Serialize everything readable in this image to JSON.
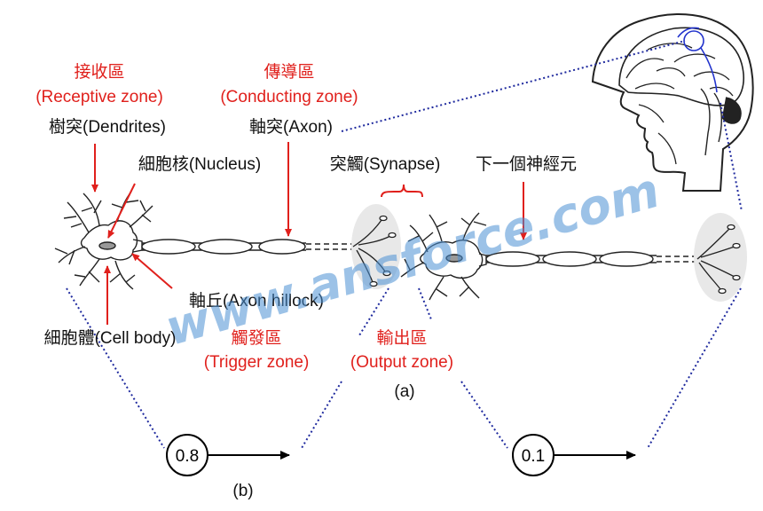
{
  "labels": {
    "receptive_zh": "接收區",
    "receptive_en": "(Receptive zone)",
    "conducting_zh": "傳導區",
    "conducting_en": "(Conducting zone)",
    "dendrites": "樹突(Dendrites)",
    "axon": "軸突(Axon)",
    "nucleus": "細胞核(Nucleus)",
    "synapse": "突觸(Synapse)",
    "next_neuron": "下一個神經元",
    "axon_hillock": "軸丘(Axon hillock)",
    "cell_body": "細胞體(Cell body)",
    "trigger_zh": "觸發區",
    "trigger_en": "(Trigger zone)",
    "output_zh": "輸出區",
    "output_en": "(Output zone)",
    "panel_a": "(a)",
    "panel_b": "(b)"
  },
  "nodes": {
    "left_value": "0.8",
    "right_value": "0.1"
  },
  "watermark": "www.ansforce.com",
  "colors": {
    "red": "#e0201c",
    "dotted_blue": "#1f2a9e",
    "watermark": "#4a8fd4"
  }
}
